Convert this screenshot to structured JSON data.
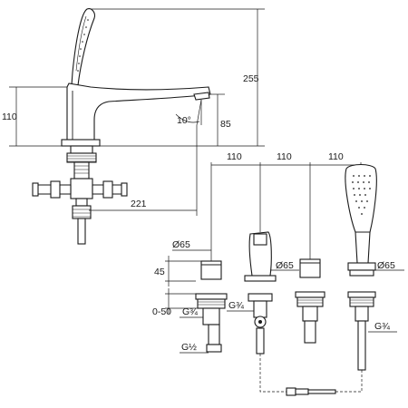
{
  "dimensions": {
    "height_total": "255",
    "height_spout": "110",
    "outlet_height": "85",
    "angle": "10°",
    "projection": "221",
    "spacing_1": "110",
    "spacing_2": "110",
    "spacing_3": "110",
    "dia_body_1": "Ø65",
    "dia_spout": "Ø65",
    "dia_shower": "Ø65",
    "height_45": "45",
    "deck_range": "0-50",
    "thread_g34_a": "G¾",
    "thread_g34_b": "G¾",
    "thread_g34_c": "G¾",
    "thread_g12": "G½"
  }
}
